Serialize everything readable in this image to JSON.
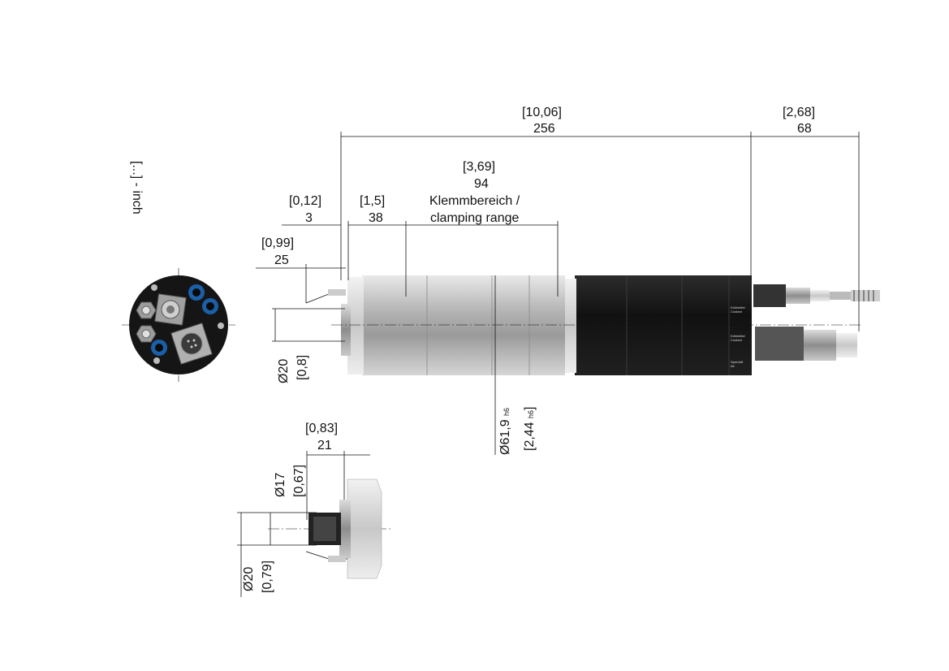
{
  "legend": {
    "text": "[...] - inch"
  },
  "dimensions": {
    "overall": {
      "inch": "10,06",
      "mm": "256"
    },
    "connector": {
      "inch": "2,68",
      "mm": "68"
    },
    "clamping": {
      "inch": "3,69",
      "mm": "94",
      "label_1": "Klemmbereich /",
      "label_2": "clamping range"
    },
    "collar": {
      "inch": "1,5",
      "mm": "38"
    },
    "nose": {
      "inch": "0,12",
      "mm": "3"
    },
    "shaft_length": {
      "inch": "0,99",
      "mm": "25"
    },
    "shaft_dia": {
      "inch": "0,8",
      "mm": "20",
      "symbol": "Ø"
    },
    "body_dia": {
      "inch": "2,44",
      "mm": "61,9",
      "tol": "h6",
      "symbol": "Ø"
    },
    "side_length": {
      "inch": "0,83",
      "mm": "21"
    },
    "side_dia_small": {
      "inch": "0,67",
      "mm": "17",
      "symbol": "Ø"
    },
    "side_dia_large": {
      "inch": "0,79",
      "mm": "20",
      "symbol": "Ø"
    }
  },
  "housing_labels": {
    "coolant_1a": "Kühlmittel",
    "coolant_1b": "Coolant",
    "coolant_2a": "Kühlmittel",
    "coolant_2b": "Coolant",
    "sensor_a": "Sperrluft",
    "sensor_b": "Air"
  },
  "colors": {
    "line": "#111111",
    "black_body": "#151515",
    "silver": "#b8b8b8",
    "blue_port": "#1b5fa8"
  }
}
